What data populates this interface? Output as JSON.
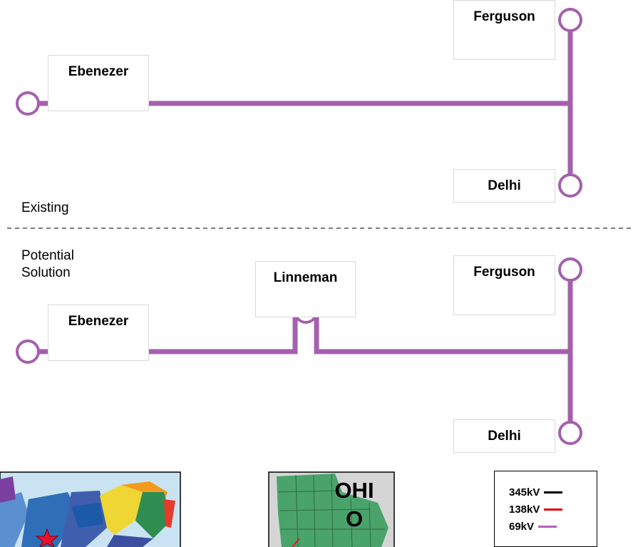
{
  "labels": {
    "existing": "Existing",
    "potential": "Potential Solution"
  },
  "stations": {
    "ebenezer_top": "Ebenezer",
    "ferguson_top": "Ferguson",
    "delhi_top": "Delhi",
    "linneman": "Linneman",
    "ebenezer_bottom": "Ebenezer",
    "ferguson_bottom": "Ferguson",
    "delhi_bottom": "Delhi"
  },
  "map_label": "OHIO",
  "legend": [
    {
      "label": "345kV",
      "color": "#000000"
    },
    {
      "label": "138kV",
      "color": "#e00000"
    },
    {
      "label": "69kV",
      "color": "#b05fb5"
    }
  ],
  "colors": {
    "line_69kv": "#a560ad",
    "ohio_green": "#4aa36b",
    "map_grey": "#d5d5d5"
  }
}
